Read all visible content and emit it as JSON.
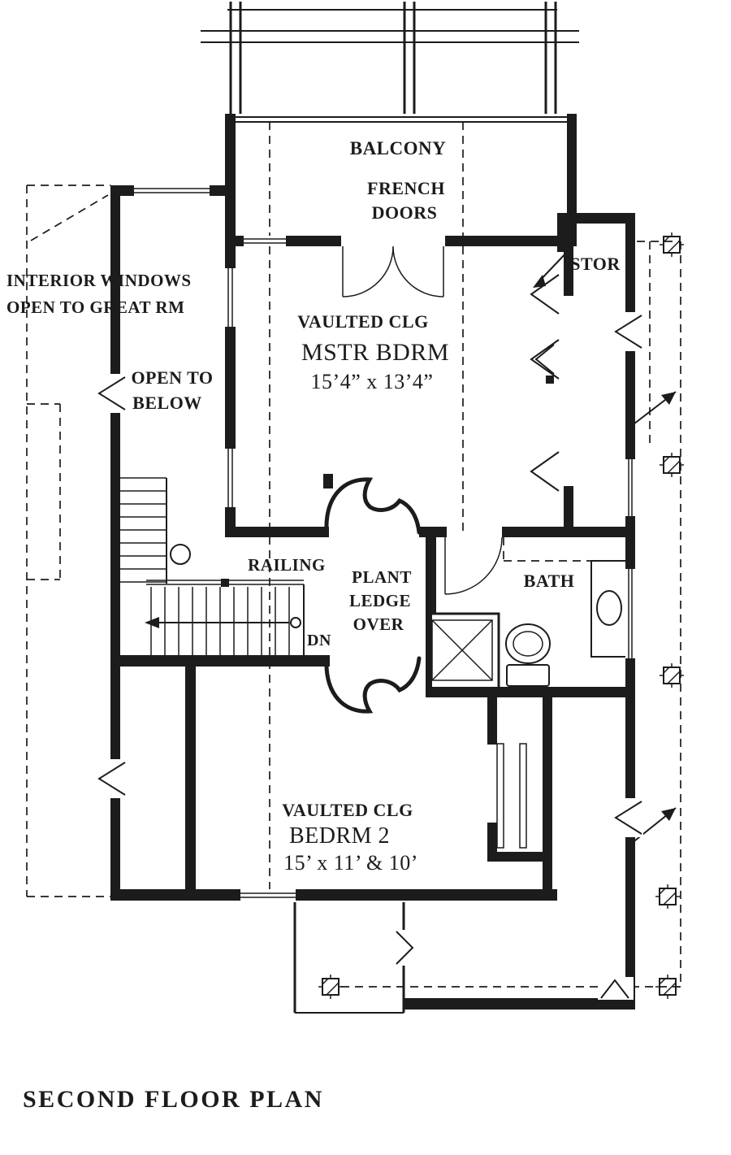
{
  "title": "SECOND FLOOR PLAN",
  "colors": {
    "ink": "#1c1c1c",
    "paper": "#ffffff"
  },
  "labels": {
    "balcony": "BALCONY",
    "french_doors_line1": "FRENCH",
    "french_doors_line2": "DOORS",
    "storage": "STOR",
    "interior_windows_line1": "INTERIOR WINDOWS",
    "interior_windows_line2": "OPEN TO GREAT RM",
    "open_to_below_line1": "OPEN TO",
    "open_to_below_line2": "BELOW",
    "railing": "RAILING",
    "plant_ledge_line1": "PLANT",
    "plant_ledge_line2": "LEDGE",
    "plant_ledge_line3": "OVER",
    "bath": "BATH",
    "down": "DN"
  },
  "rooms": {
    "master_bedroom": {
      "ceiling_note": "VAULTED CLG",
      "name": "MSTR BDRM",
      "dimensions": "15’4” x 13’4”"
    },
    "bedroom_2": {
      "ceiling_note": "VAULTED CLG",
      "name": "BEDRM 2",
      "dimensions": "15’ x 11’ & 10’"
    }
  }
}
